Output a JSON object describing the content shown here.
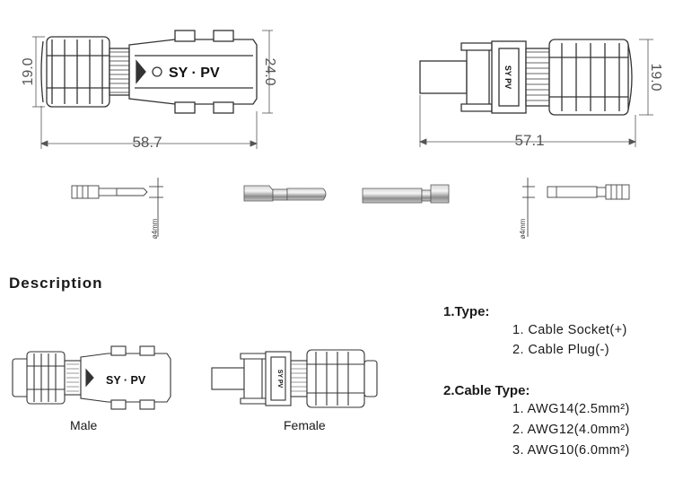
{
  "top": {
    "male": {
      "dim_height_left": "19.0",
      "dim_height_right": "24.0",
      "dim_length": "58.7",
      "brand": "SY · PV"
    },
    "female": {
      "dim_length": "57.1",
      "dim_height": "19.0",
      "brand": "SY PV"
    }
  },
  "pins": {
    "male_dia": "ø4mm",
    "female_dia": "ø4mm"
  },
  "description": {
    "title": "Description",
    "male_caption": "Male",
    "female_caption": "Female",
    "male_brand": "SY · PV",
    "female_brand": "SY PV"
  },
  "type": {
    "heading": "1.Type:",
    "items": [
      "1. Cable Socket(+)",
      "2. Cable Plug(-)"
    ]
  },
  "cable_type": {
    "heading": "2.Cable Type:",
    "items": [
      "1. AWG14(2.5mm²)",
      "2. AWG12(4.0mm²)",
      "3. AWG10(6.0mm²)"
    ]
  },
  "colors": {
    "line": "#333333",
    "dim": "#555555",
    "metal": "#8a8a8a"
  }
}
